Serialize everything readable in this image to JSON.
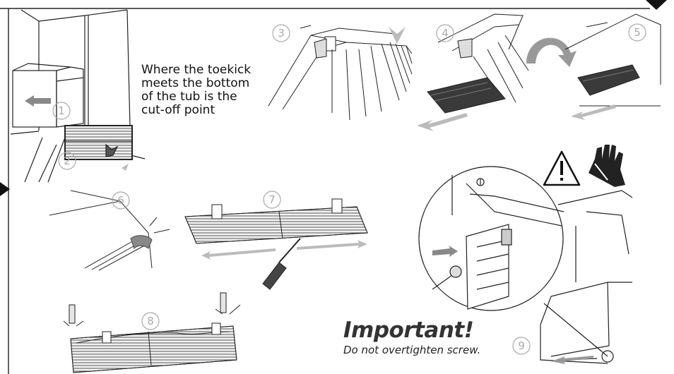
{
  "caption": {
    "lines": [
      "Where the toekick",
      "meets the bottom",
      "of the tub is the",
      "cut-off point"
    ]
  },
  "warning": {
    "title": "Important!",
    "text": "Do not overtighten screw."
  },
  "steps": [
    "1",
    "2",
    "3",
    "4",
    "5",
    "6",
    "7",
    "8",
    "9"
  ],
  "icons": [
    "warning-triangle-icon",
    "hand-cut-icon",
    "screw-icon",
    "arrow-left-icon",
    "arrow-right-icon",
    "arrow-down-icon",
    "arrow-curve-icon"
  ],
  "colors": {
    "line": "#222222",
    "grey": "#9a9a9a",
    "dark": "#333333",
    "light": "#e6e6e6"
  }
}
